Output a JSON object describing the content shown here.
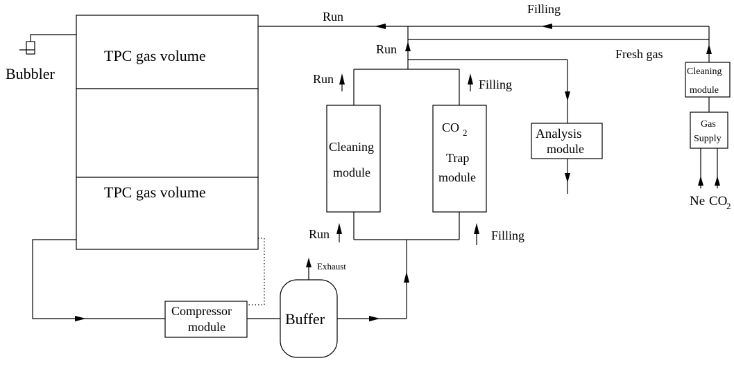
{
  "labels": {
    "tpc_upper": "TPC gas volume",
    "tpc_lower": "TPC gas volume",
    "bubbler": "Bubbler",
    "run_top": "Run",
    "filling_top": "Filling",
    "fresh_gas": "Fresh gas",
    "run_mid": "Run",
    "run_left_up": "Run",
    "filling_right_up": "Filling",
    "run_left_low": "Run",
    "filling_right_low": "Filling",
    "exhaust": "Exhaust",
    "cleaning_module_1": "Cleaning",
    "cleaning_module_2": "module",
    "co2_trap_co": "CO",
    "co2_trap_sub": "2",
    "co2_trap_2": "Trap",
    "co2_trap_3": "module",
    "analysis_1": "Analysis",
    "analysis_2": "module",
    "cleaning_small_1": "Cleaning",
    "cleaning_small_2": "module",
    "gas_supply_1": "Gas",
    "gas_supply_2": "Supply",
    "ne": "Ne",
    "co2_in_co": "CO",
    "co2_in_sub": "2",
    "compressor_1": "Compressor",
    "compressor_2": "module",
    "buffer": "Buffer"
  }
}
